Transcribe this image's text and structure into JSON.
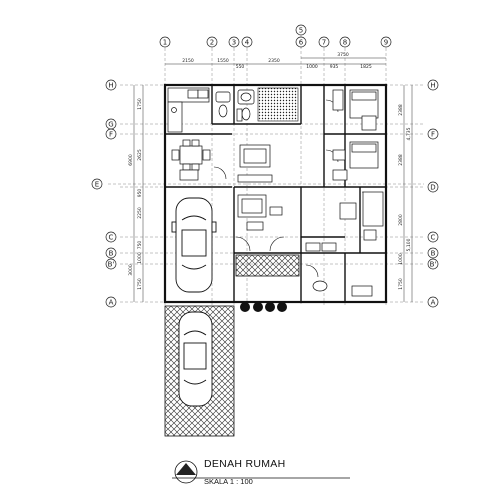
{
  "title": "DENAH RUMAH",
  "scale": "SKALA 1 : 100",
  "grid_columns": [
    "1",
    "2",
    "3",
    "4",
    "5",
    "6",
    "7",
    "8",
    "9"
  ],
  "grid_rows": [
    "H",
    "G",
    "F",
    "E",
    "D",
    "C",
    "B",
    "B'",
    "A"
  ],
  "dims_top": [
    "2150",
    "1550",
    "550",
    "2350",
    "1000",
    "935",
    "1825"
  ],
  "dims_top_upper": [
    "3750"
  ],
  "dims_left": [
    "1750",
    "2625",
    "950",
    "2250",
    "750",
    "1000",
    "1750"
  ],
  "dims_left_total": [
    "6900",
    "3000"
  ],
  "dims_right": [
    "2388",
    "2388",
    "2800",
    "1000",
    "1750"
  ],
  "dims_right_total": [
    "4,735",
    "5,100"
  ]
}
